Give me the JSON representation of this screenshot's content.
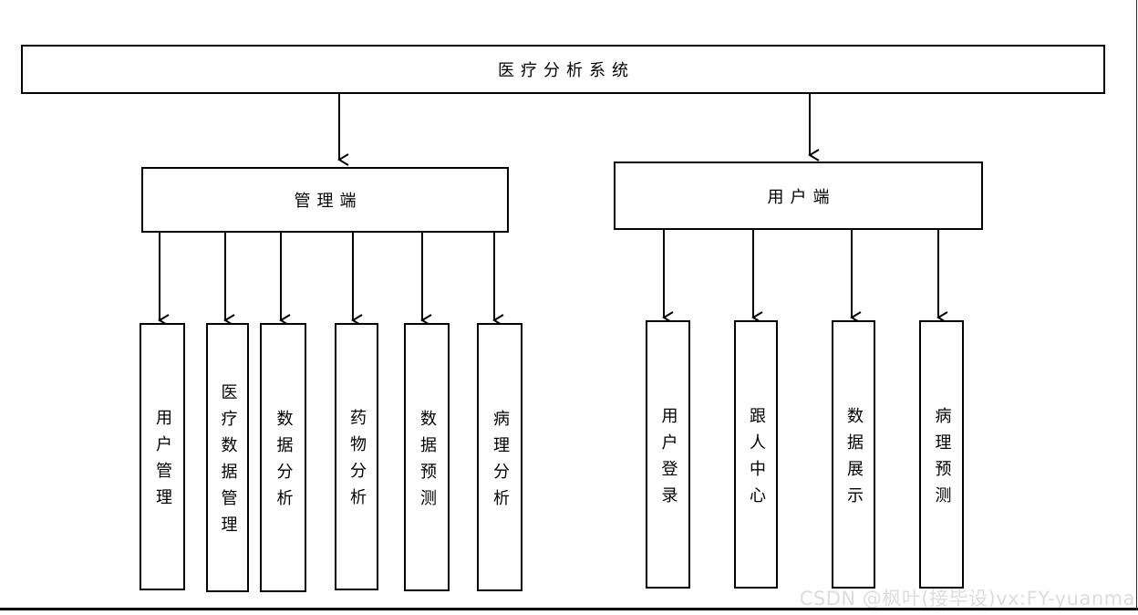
{
  "diagram": {
    "root": {
      "label": "医疗分析系统"
    },
    "branches": [
      {
        "label": "管理端",
        "children": [
          {
            "label": "用户管理"
          },
          {
            "label": "医疗数据管理"
          },
          {
            "label": "数据分析"
          },
          {
            "label": "药物分析"
          },
          {
            "label": "数据预测"
          },
          {
            "label": "病理分析"
          }
        ]
      },
      {
        "label": "用户端",
        "children": [
          {
            "label": "用户登录"
          },
          {
            "label": "跟人中心"
          },
          {
            "label": "数据展示"
          },
          {
            "label": "病理预测"
          }
        ]
      }
    ]
  },
  "watermark": {
    "text": "CSDN @枫叶(接毕设)vx:FY-yuanma"
  },
  "colors": {
    "line": "#000000",
    "border": "#000000",
    "background": "#ffffff",
    "watermark": "#dcdcdc"
  }
}
